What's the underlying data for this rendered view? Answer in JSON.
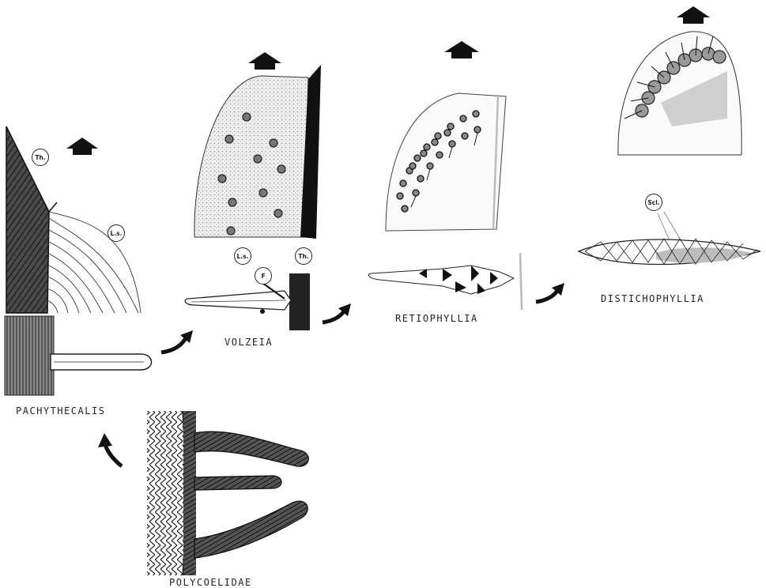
{
  "figure": {
    "captions": {
      "pachythecalis": "PACHYTHECALIS",
      "volzeia": "VOLZEIA",
      "retiophyllia": "RETIOPHYLLIA",
      "distichophyllia": "DISTICHOPHYLLIA",
      "polycoelidae": "POLYCOELIDAE"
    },
    "tags": {
      "th": "Th.",
      "ls": "L.s.",
      "f": "F",
      "scl": "Scl."
    }
  },
  "colors": {
    "ink": "#1a1a1a",
    "stipple": "#b8b8b8",
    "background": "#ffffff"
  },
  "icons": [
    "up-arrow-icon",
    "curved-arrow-icon"
  ]
}
